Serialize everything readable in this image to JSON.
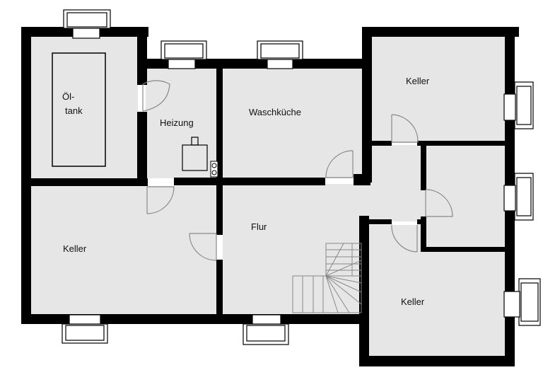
{
  "colors": {
    "wall": "#000000",
    "floor": "#e6e6e6",
    "window": "#ffffff",
    "window_line": "#000000",
    "door_line": "#888888",
    "stair_line": "#888888"
  },
  "rooms": [
    {
      "id": "oeltank",
      "label_lines": [
        "Öl-",
        "tank"
      ]
    },
    {
      "id": "heizung",
      "label_lines": [
        "Heizung"
      ]
    },
    {
      "id": "waschkueche",
      "label_lines": [
        "Waschküche"
      ]
    },
    {
      "id": "keller-ne",
      "label_lines": [
        "Keller"
      ]
    },
    {
      "id": "keller-w",
      "label_lines": [
        "Keller"
      ]
    },
    {
      "id": "flur",
      "label_lines": [
        "Flur"
      ]
    },
    {
      "id": "keller-se",
      "label_lines": [
        "Keller"
      ]
    }
  ]
}
